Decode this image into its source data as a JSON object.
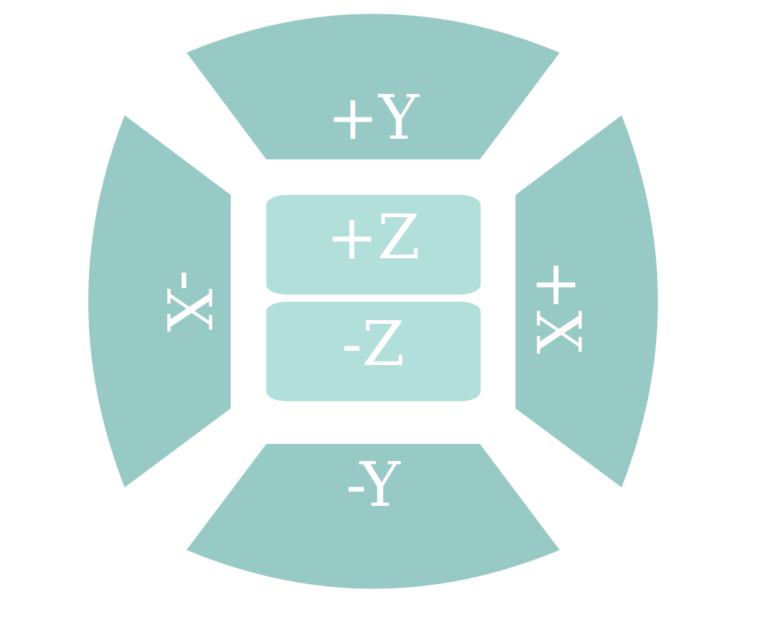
{
  "jog_pad": {
    "colors": {
      "outer_button": "#97c9c5",
      "inner_button": "#b3dfdb",
      "label": "#ffffff",
      "background": "#ffffff"
    },
    "buttons": {
      "plus_y": {
        "label": "+Y"
      },
      "minus_y": {
        "label": "-Y"
      },
      "minus_x": {
        "label": "-X"
      },
      "plus_x": {
        "label": "+X"
      },
      "plus_z": {
        "label": "+Z"
      },
      "minus_z": {
        "label": "-Z"
      }
    }
  }
}
